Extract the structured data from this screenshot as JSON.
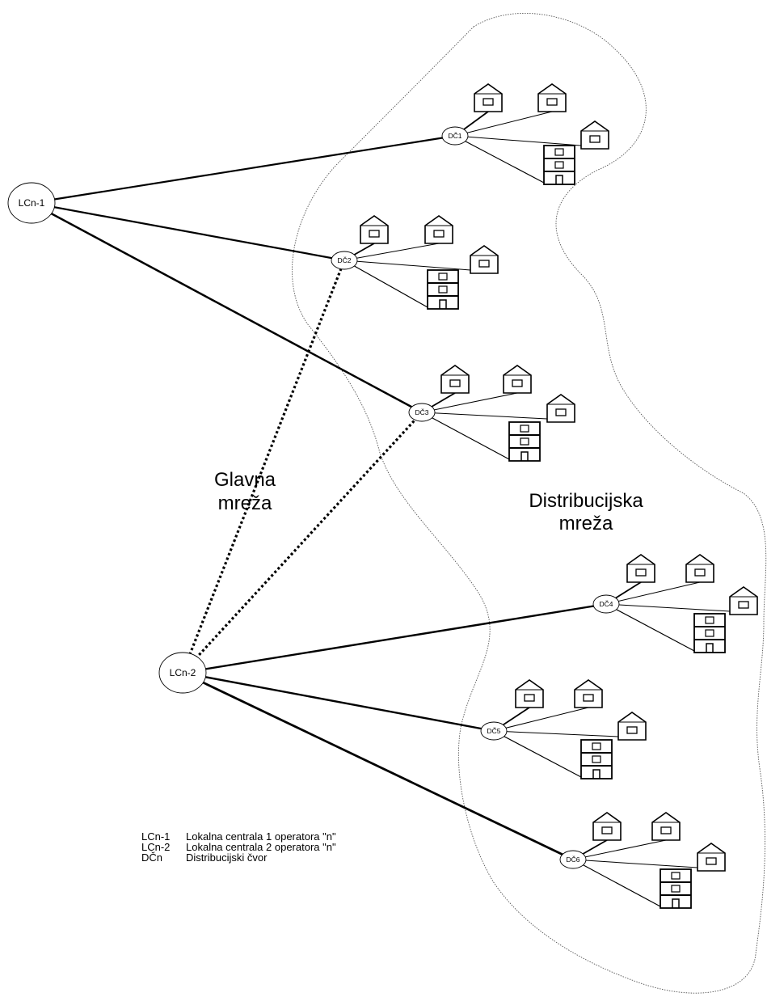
{
  "regions": {
    "main_network": {
      "line1": "Glavna",
      "line2": "mreža"
    },
    "distribution_network": {
      "line1": "Distribucijska",
      "line2": "mreža"
    }
  },
  "centrals": [
    {
      "id": "lc1",
      "label": "LCn-1"
    },
    {
      "id": "lc2",
      "label": "LCn-2"
    }
  ],
  "nodes": [
    {
      "id": "dc1",
      "label": "DČ1"
    },
    {
      "id": "dc2",
      "label": "DČ2"
    },
    {
      "id": "dc3",
      "label": "DČ3"
    },
    {
      "id": "dc4",
      "label": "DČ4"
    },
    {
      "id": "dc5",
      "label": "DČ5"
    },
    {
      "id": "dc6",
      "label": "DČ6"
    }
  ],
  "links": [
    {
      "from": "lc1",
      "to": "dc1",
      "style": "solid"
    },
    {
      "from": "lc1",
      "to": "dc2",
      "style": "solid"
    },
    {
      "from": "lc1",
      "to": "dc3",
      "style": "solid"
    },
    {
      "from": "lc2",
      "to": "dc2",
      "style": "dotted"
    },
    {
      "from": "lc2",
      "to": "dc3",
      "style": "dotted"
    },
    {
      "from": "lc2",
      "to": "dc4",
      "style": "solid"
    },
    {
      "from": "lc2",
      "to": "dc5",
      "style": "solid"
    },
    {
      "from": "lc2",
      "to": "dc6",
      "style": "solid"
    }
  ],
  "legend": [
    {
      "code": "LCn-1",
      "text": "Lokalna centrala 1 operatora \"n\""
    },
    {
      "code": "LCn-2",
      "text": "Lokalna centrala 2 operatora \"n\""
    },
    {
      "code": "DČn",
      "text": "Distribucijski čvor"
    }
  ]
}
